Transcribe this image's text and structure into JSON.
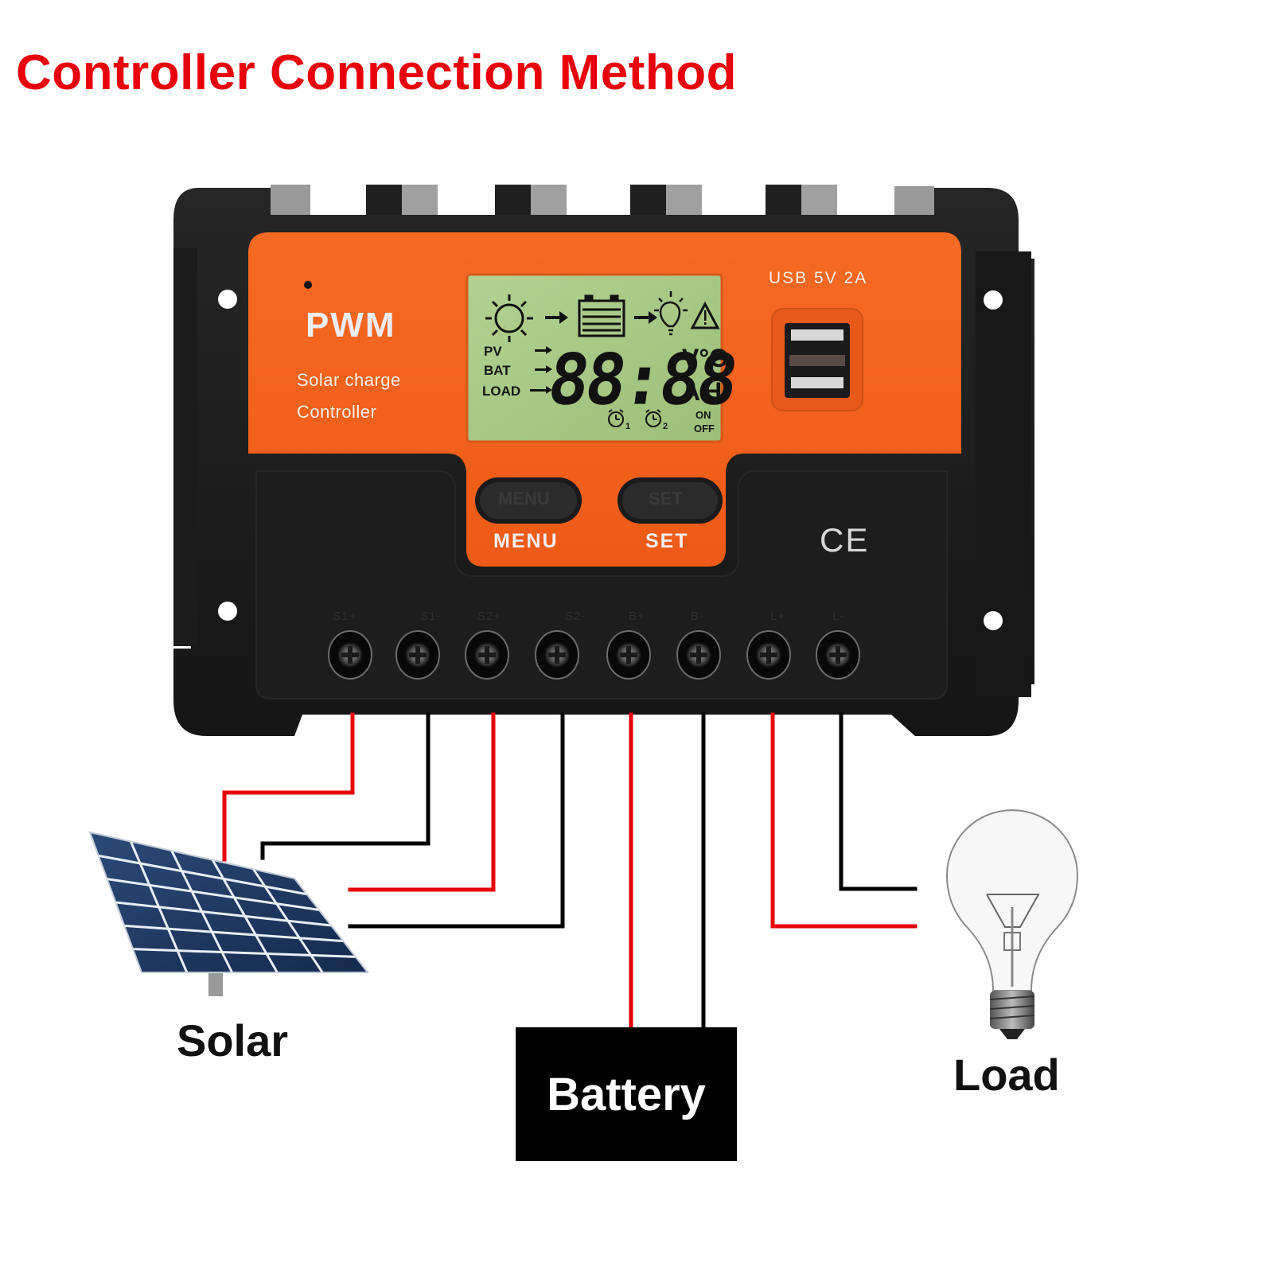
{
  "title": "Controller Connection Method",
  "controller": {
    "type_label": "PWM",
    "subtitle_line1": "Solar charge",
    "subtitle_line2": "Controller",
    "usb_label": "USB 5V 2A",
    "certification": "CE",
    "buttons": [
      {
        "id": "menu",
        "label": "MENU",
        "engraved": "MENU"
      },
      {
        "id": "set",
        "label": "SET",
        "engraved": "SET"
      }
    ],
    "lcd": {
      "rows": [
        "PV",
        "BAT",
        "LOAD"
      ],
      "digits": "88:88",
      "unit_top": "V°C",
      "unit_bottom": "AH",
      "timer1_sub": "1",
      "timer2_sub": "2",
      "on_label": "ON",
      "off_label": "OFF",
      "icons": [
        "sun-moon-icon",
        "arrow-right-icon",
        "battery-icon",
        "arrow-right-icon",
        "light-bulb-icon",
        "warning-icon"
      ]
    },
    "terminals": [
      {
        "label": "S1+",
        "wire": "red"
      },
      {
        "label": "S1-",
        "wire": "black"
      },
      {
        "label": "S2+",
        "wire": "red"
      },
      {
        "label": "S2-",
        "wire": "black"
      },
      {
        "label": "B+",
        "wire": "red"
      },
      {
        "label": "B-",
        "wire": "black"
      },
      {
        "label": "L+",
        "wire": "red"
      },
      {
        "label": "L-",
        "wire": "black"
      }
    ]
  },
  "components": {
    "solar": "Solar",
    "battery": "Battery",
    "load": "Load"
  },
  "colors": {
    "title": "#e8000b",
    "positive_wire": "#e8000b",
    "negative_wire": "#000000",
    "panel_orange": "#f2621e",
    "case_black": "#1c1c1c",
    "lcd_green": "#a9c986"
  }
}
